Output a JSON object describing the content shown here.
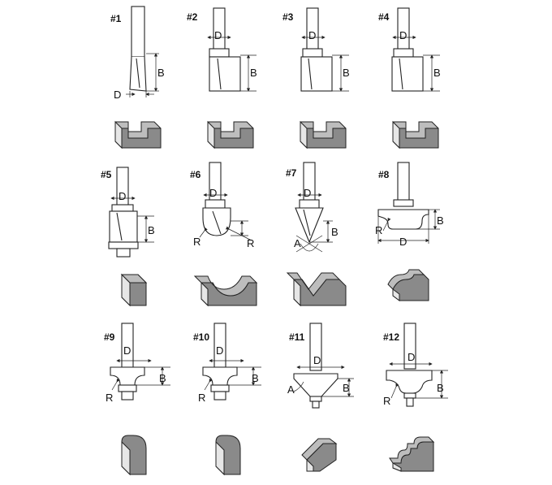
{
  "diagram": {
    "bits": [
      {
        "label": "#1",
        "dims": [
          "B",
          "D"
        ]
      },
      {
        "label": "#2",
        "dims": [
          "D",
          "B"
        ]
      },
      {
        "label": "#3",
        "dims": [
          "D",
          "B"
        ]
      },
      {
        "label": "#4",
        "dims": [
          "D",
          "B"
        ]
      },
      {
        "label": "#5",
        "dims": [
          "D",
          "B"
        ]
      },
      {
        "label": "#6",
        "dims": [
          "D",
          "R",
          "R"
        ]
      },
      {
        "label": "#7",
        "dims": [
          "D",
          "B",
          "A"
        ]
      },
      {
        "label": "#8",
        "dims": [
          "R",
          "B",
          "D"
        ]
      },
      {
        "label": "#9",
        "dims": [
          "D",
          "B",
          "R"
        ]
      },
      {
        "label": "#10",
        "dims": [
          "D",
          "B",
          "R"
        ]
      },
      {
        "label": "#11",
        "dims": [
          "D",
          "A",
          "B"
        ]
      },
      {
        "label": "#12",
        "dims": [
          "D",
          "R",
          "B"
        ]
      }
    ],
    "colors": {
      "outline": "#222222",
      "profile_top": "#e6e6e6",
      "profile_front": "#8a8a8a",
      "profile_side": "#bdbdbd"
    }
  }
}
